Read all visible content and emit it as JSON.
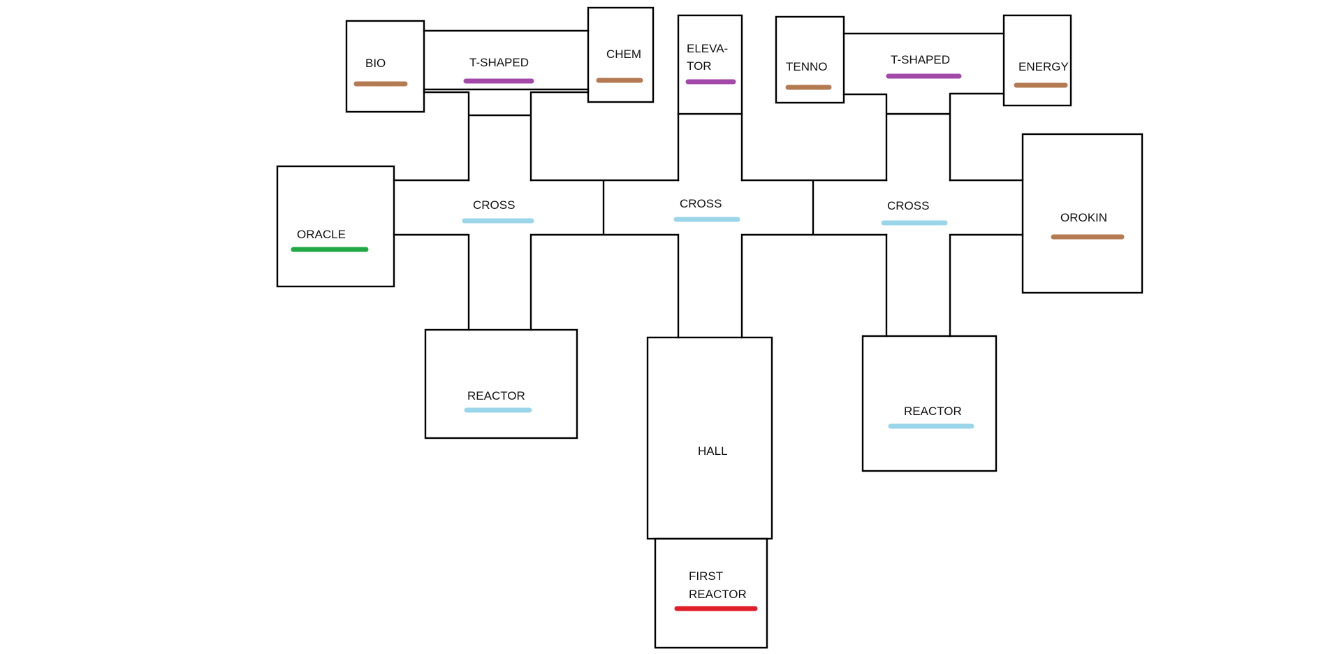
{
  "colors": {
    "brown": "#b47a52",
    "purple": "#a148a8",
    "blue": "#9bd5ea",
    "green": "#22a845",
    "red": "#e01f2a"
  },
  "rooms": [
    {
      "id": "bio",
      "lines": [
        "BIO"
      ],
      "color": "brown"
    },
    {
      "id": "t-shaped-left",
      "lines": [
        "T-SHAPED"
      ],
      "color": "purple"
    },
    {
      "id": "chem",
      "lines": [
        "CHEM"
      ],
      "color": "brown"
    },
    {
      "id": "elevator",
      "lines": [
        "ELEVA-",
        "TOR"
      ],
      "color": "purple"
    },
    {
      "id": "tenno",
      "lines": [
        "TENNO"
      ],
      "color": "brown"
    },
    {
      "id": "t-shaped-right",
      "lines": [
        "T-SHAPED"
      ],
      "color": "purple"
    },
    {
      "id": "energy",
      "lines": [
        "ENERGY"
      ],
      "color": "brown"
    },
    {
      "id": "oracle",
      "lines": [
        "ORACLE"
      ],
      "color": "green"
    },
    {
      "id": "cross-left",
      "lines": [
        "CROSS"
      ],
      "color": "blue"
    },
    {
      "id": "cross-center",
      "lines": [
        "CROSS"
      ],
      "color": "blue"
    },
    {
      "id": "cross-right",
      "lines": [
        "CROSS"
      ],
      "color": "blue"
    },
    {
      "id": "orokin",
      "lines": [
        "OROKIN"
      ],
      "color": "brown"
    },
    {
      "id": "reactor-left",
      "lines": [
        "REACTOR"
      ],
      "color": "blue"
    },
    {
      "id": "hall",
      "lines": [
        "HALL"
      ],
      "color": ""
    },
    {
      "id": "reactor-right",
      "lines": [
        "REACTOR"
      ],
      "color": "blue"
    },
    {
      "id": "first-reactor",
      "lines": [
        "FIRST",
        "REACTOR"
      ],
      "color": "red"
    }
  ]
}
